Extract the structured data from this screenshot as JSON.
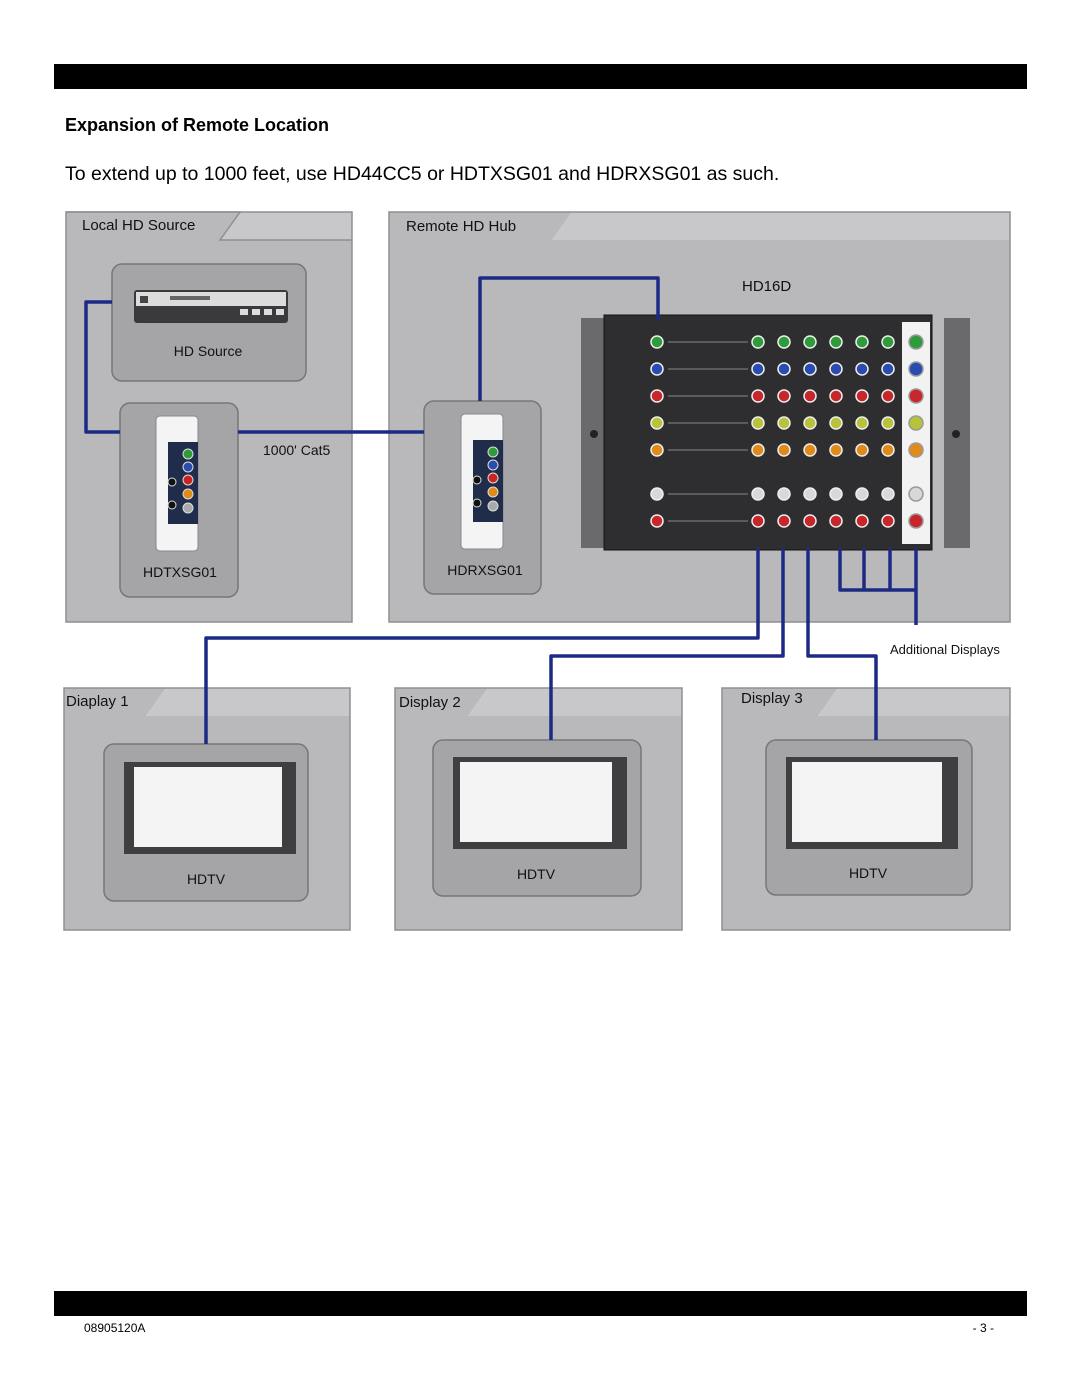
{
  "heading": "Expansion of Remote Location",
  "intro": "To extend up to 1000 feet, use HD44CC5 or HDTXSG01 and HDRXSG01 as such.",
  "diagram": {
    "panels": {
      "local_source": "Local HD Source",
      "remote_hub": "Remote HD Hub",
      "display1": "Diaplay 1",
      "display2": "Display 2",
      "display3": "Display 3"
    },
    "labels": {
      "hd_source": "HD Source",
      "hdtxsg01": "HDTXSG01",
      "hdrxsg01": "HDRXSG01",
      "cable": "1000' Cat5",
      "hd16d": "HD16D",
      "additional_displays": "Additional Displays",
      "hdtv": "HDTV"
    },
    "colors": {
      "cable": "#1c2a86",
      "panel": "#c0c0c2",
      "tile": "#a8a8aa"
    }
  },
  "footer": {
    "doc_number": "08905120A",
    "page": "- 3 -"
  }
}
